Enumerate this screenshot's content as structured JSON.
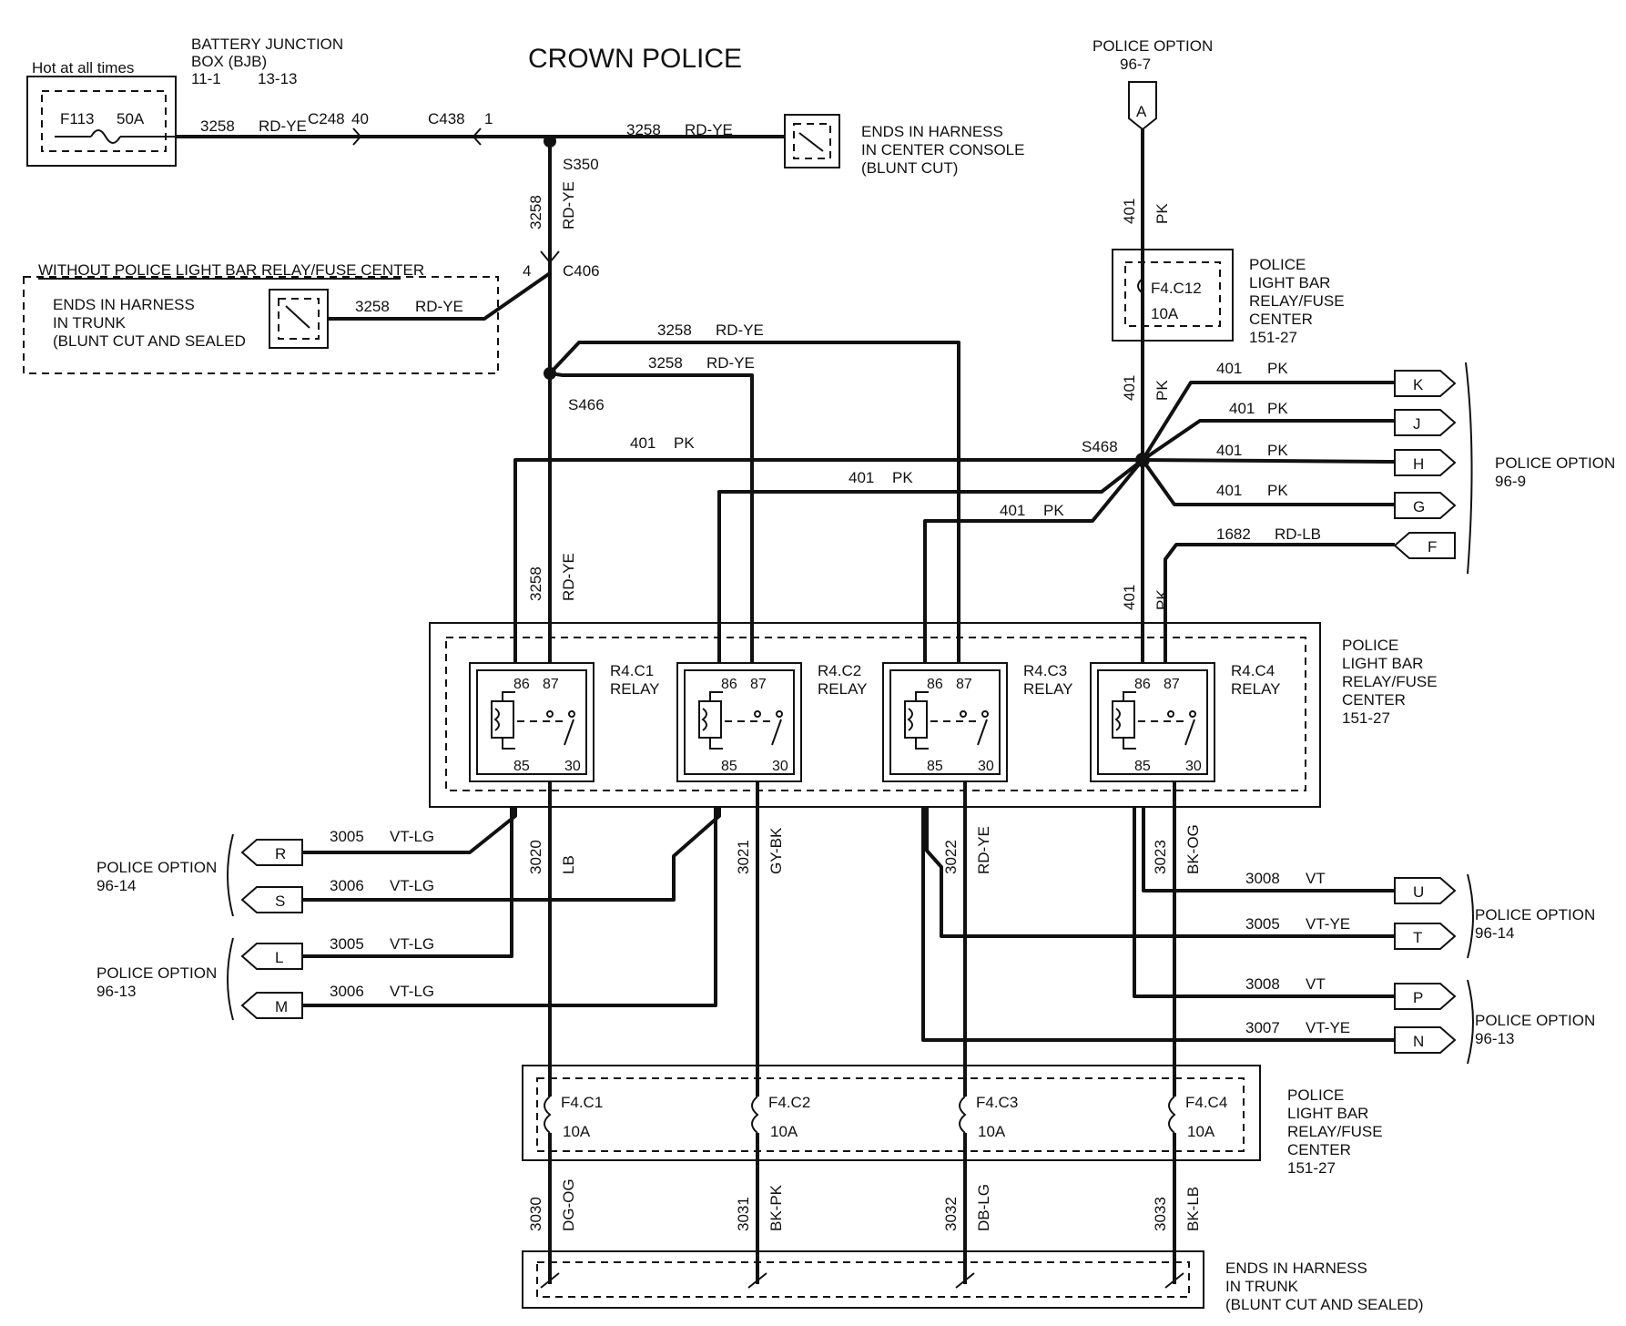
{
  "title": "CROWN POLICE",
  "hot_label": "Hot at all times",
  "bjb": {
    "line1": "BATTERY  JUNCTION",
    "line2": "BOX (BJB)",
    "ref_a": "11-1",
    "ref_b": "13-13",
    "fuse": "F113",
    "amps": "50A"
  },
  "connectors": {
    "c248": "C248",
    "c248_pin": "40",
    "c438": "C438",
    "c438_pin": "1",
    "c406": "C406",
    "c406_pin": "4"
  },
  "splices": {
    "s350": "S350",
    "s466": "S466",
    "s468": "S468"
  },
  "wire_codes": {
    "w3258": "3258",
    "rd_ye": "RD-YE",
    "w401": "401",
    "pk": "PK",
    "w1682": "1682",
    "rd_lb": "RD-LB",
    "w3005": "3005",
    "w3006": "3006",
    "w3007": "3007",
    "w3008": "3008",
    "vt_lg": "VT-LG",
    "vt_ye": "VT-YE",
    "vt": "VT",
    "w3020": "3020",
    "lb": "LB",
    "w3021": "3021",
    "gy_bk": "GY-BK",
    "w3022": "3022",
    "w3023": "3023",
    "bk_og": "BK-OG",
    "w3030": "3030",
    "dg_og": "DG-OG",
    "w3031": "3031",
    "bk_pk": "BK-PK",
    "w3032": "3032",
    "db_lg": "DB-LG",
    "w3033": "3033",
    "bk_lb": "BK-LB"
  },
  "console_end": [
    "ENDS IN HARNESS",
    "IN CENTER CONSOLE",
    "(BLUNT CUT)"
  ],
  "without_label": "WITHOUT POLICE LIGHT BAR RELAY/FUSE CENTER",
  "trunk_end_left": [
    "ENDS IN HARNESS",
    "IN TRUNK",
    "(BLUNT CUT AND SEALED"
  ],
  "trunk_end_bottom": [
    "ENDS IN HARNESS",
    "IN TRUNK",
    "(BLUNT CUT AND SEALED)"
  ],
  "police_option_label": "POLICE OPTION",
  "option_refs": {
    "top": "96-7",
    "right_upper": "96-9",
    "left_upper": "96-14",
    "left_lower": "96-13",
    "right_mid": "96-14",
    "right_low": "96-13"
  },
  "relay_center_label": [
    "POLICE",
    "LIGHT BAR",
    "RELAY/FUSE",
    "CENTER",
    "151-27"
  ],
  "top_fuse": {
    "name": "F4.C12",
    "amps": "10A"
  },
  "relays": [
    {
      "name": "R4.C1",
      "word": "RELAY"
    },
    {
      "name": "R4.C2",
      "word": "RELAY"
    },
    {
      "name": "R4.C3",
      "word": "RELAY"
    },
    {
      "name": "R4.C4",
      "word": "RELAY"
    }
  ],
  "relay_pins": {
    "p86": "86",
    "p87": "87",
    "p85": "85",
    "p30": "30"
  },
  "bottom_fuses": [
    {
      "name": "F4.C1",
      "amps": "10A"
    },
    {
      "name": "F4.C2",
      "amps": "10A"
    },
    {
      "name": "F4.C3",
      "amps": "10A"
    },
    {
      "name": "F4.C4",
      "amps": "10A"
    }
  ],
  "connector_letters": {
    "a": "A",
    "k": "K",
    "j": "J",
    "h": "H",
    "g": "G",
    "f": "F",
    "r": "R",
    "s": "S",
    "l": "L",
    "m": "M",
    "u": "U",
    "t": "T",
    "p": "P",
    "n": "N"
  }
}
